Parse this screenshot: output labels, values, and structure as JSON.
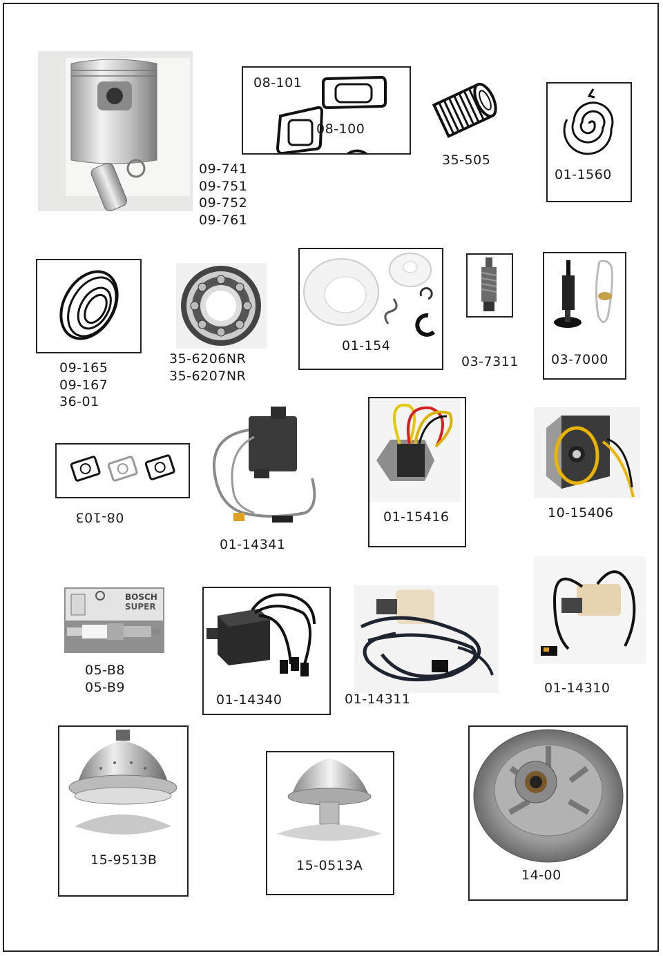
{
  "parts": {
    "piston_kit": {
      "codes": [
        "09-741",
        "09-751",
        "09-752",
        "09-761"
      ],
      "image": "piston-icon"
    },
    "gaskets": {
      "codes": [
        "08-101",
        "08-100"
      ],
      "image": "exhaust-gasket-icon"
    },
    "needle_bearing": {
      "codes": [
        "35-505"
      ],
      "image": "needle-bearing-icon"
    },
    "recoil_spring": {
      "codes": [
        "01-1560"
      ],
      "image": "recoil-spring-icon"
    },
    "seal": {
      "codes": [
        "09-165",
        "09-167",
        "36-01"
      ],
      "image": "oil-seal-icon"
    },
    "ball_bearing": {
      "codes": [
        "35-6206NR",
        "35-6207NR"
      ],
      "image": "ball-bearing-icon"
    },
    "starter_pulley_kit": {
      "codes": [
        "01-154"
      ],
      "image": "starter-pulley-icon"
    },
    "carb_needle": {
      "codes": [
        "03-7311"
      ],
      "image": "needle-valve-icon"
    },
    "choke_cable": {
      "codes": [
        "03-7000"
      ],
      "image": "choke-cable-icon"
    },
    "base_gaskets": {
      "codes": [
        "08-103"
      ],
      "flipped": true,
      "image": "base-gasket-icon"
    },
    "cdi_box_a": {
      "codes": [
        "01-14341"
      ],
      "image": "cdi-module-icon"
    },
    "regulator": {
      "codes": [
        "01-15416"
      ],
      "image": "voltage-regulator-icon"
    },
    "stator_coil": {
      "codes": [
        "10-15406"
      ],
      "image": "stator-coil-icon"
    },
    "spark_plug": {
      "codes": [
        "05-B8",
        "05-B9"
      ],
      "box_text": [
        "BOSCH",
        "SUPER"
      ],
      "image": "spark-plug-icon"
    },
    "cdi_box_b": {
      "codes": [
        "01-14340"
      ],
      "image": "cdi-module-icon"
    },
    "ignition_coil_a": {
      "codes": [
        "01-14311"
      ],
      "image": "ignition-coil-icon"
    },
    "ignition_coil_b": {
      "codes": [
        "01-14310"
      ],
      "image": "ignition-coil-icon"
    },
    "drive_clutch_a": {
      "codes": [
        "15-9513B"
      ],
      "image": "drive-clutch-icon"
    },
    "drive_clutch_b": {
      "codes": [
        "15-0513A"
      ],
      "image": "drive-clutch-icon"
    },
    "driven_pulley": {
      "codes": [
        "14-00"
      ],
      "image": "driven-pulley-icon"
    }
  }
}
